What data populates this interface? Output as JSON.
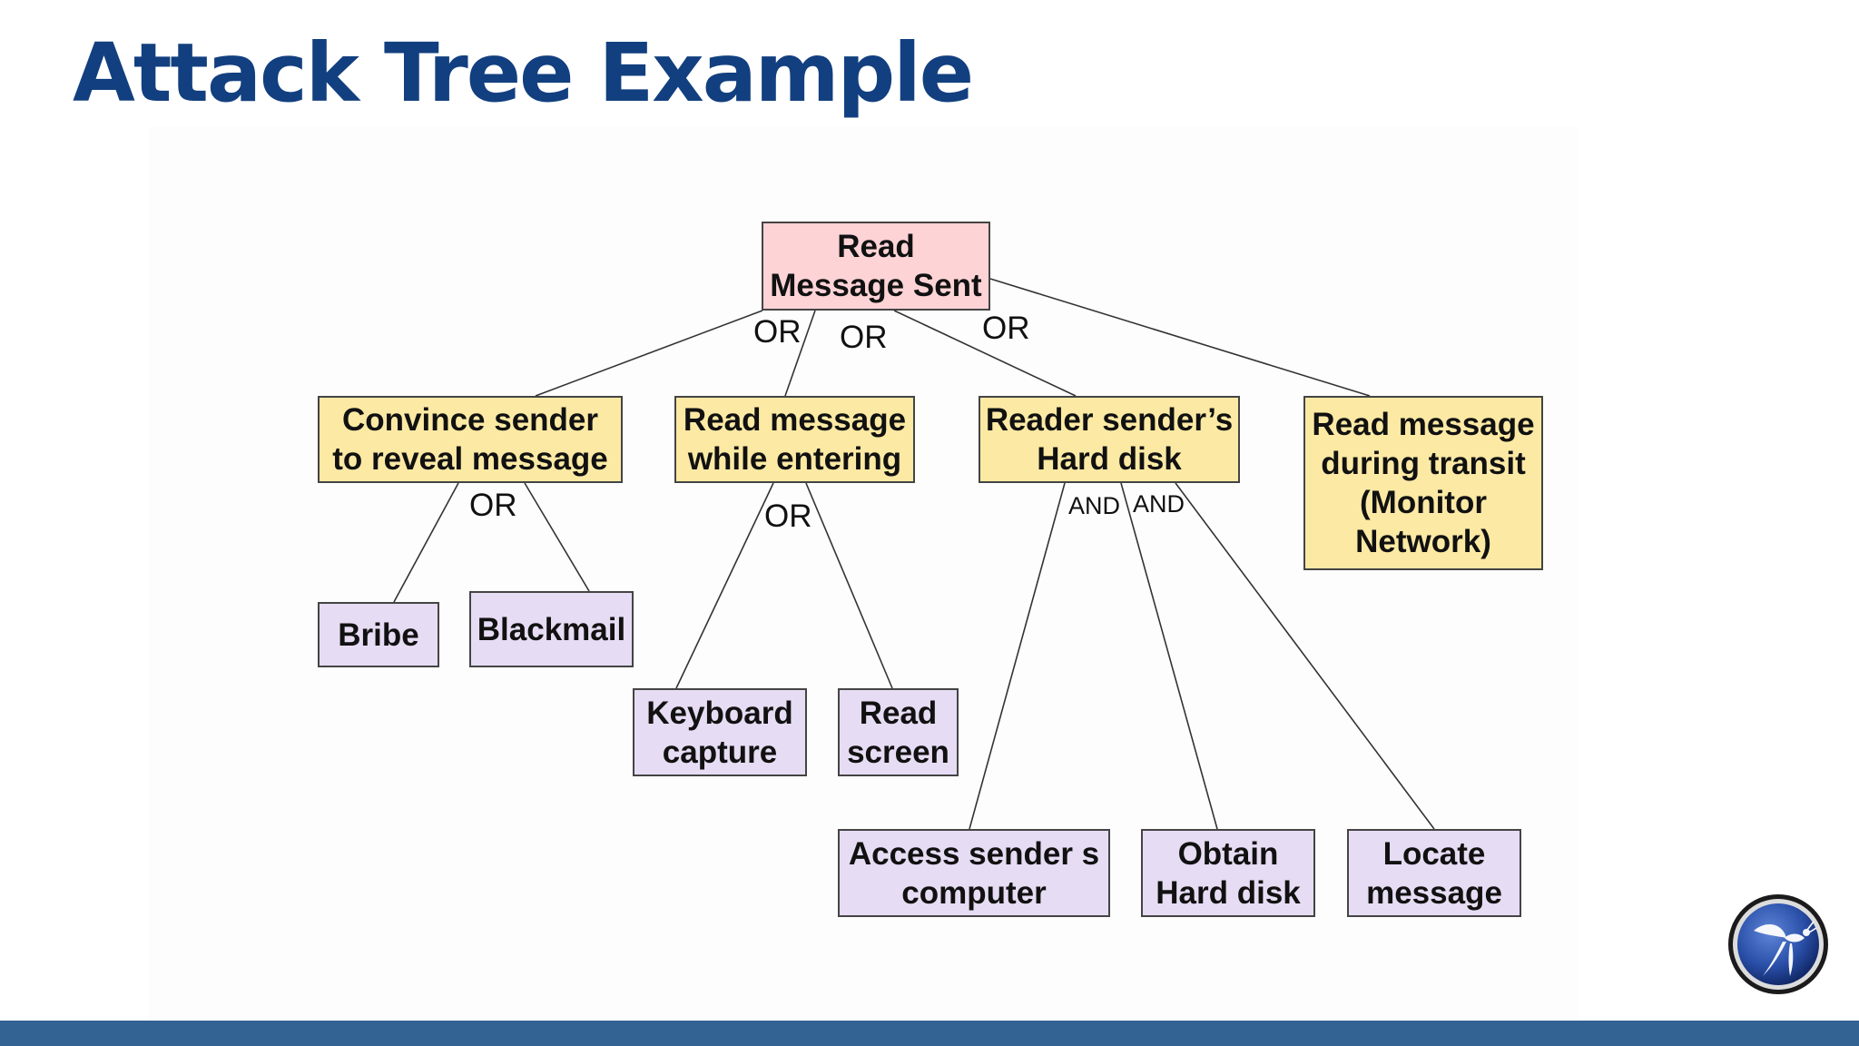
{
  "slide": {
    "title": "Attack Tree Example"
  },
  "tree": {
    "root": {
      "label": "Read\nMessage Sent"
    },
    "branches": [
      {
        "label": "Convince sender\nto reveal message"
      },
      {
        "label": "Read message\nwhile entering"
      },
      {
        "label": "Reader sender’s\nHard disk"
      },
      {
        "label": "Read message\nduring transit\n(Monitor\nNetwork)"
      }
    ],
    "leaves": [
      {
        "label": "Bribe"
      },
      {
        "label": "Blackmail"
      },
      {
        "label": "Keyboard\ncapture"
      },
      {
        "label": "Read\nscreen"
      },
      {
        "label": "Access sender s\ncomputer"
      },
      {
        "label": "Obtain\nHard disk"
      },
      {
        "label": "Locate\nmessage"
      }
    ],
    "gates": {
      "root_or_1": "OR",
      "root_or_2": "OR",
      "root_or_3": "OR",
      "convince_or": "OR",
      "entering_or": "OR",
      "disk_and_1": "AND",
      "disk_and_2": "AND"
    }
  },
  "logo": {
    "icon": "owasp-wasp-logo-icon"
  },
  "colors": {
    "title": "#123f7f",
    "root_fill": "#fdd3d6",
    "branch_fill": "#fce9a4",
    "leaf_fill": "#e6dcf3",
    "footer_bar": "#336393"
  }
}
